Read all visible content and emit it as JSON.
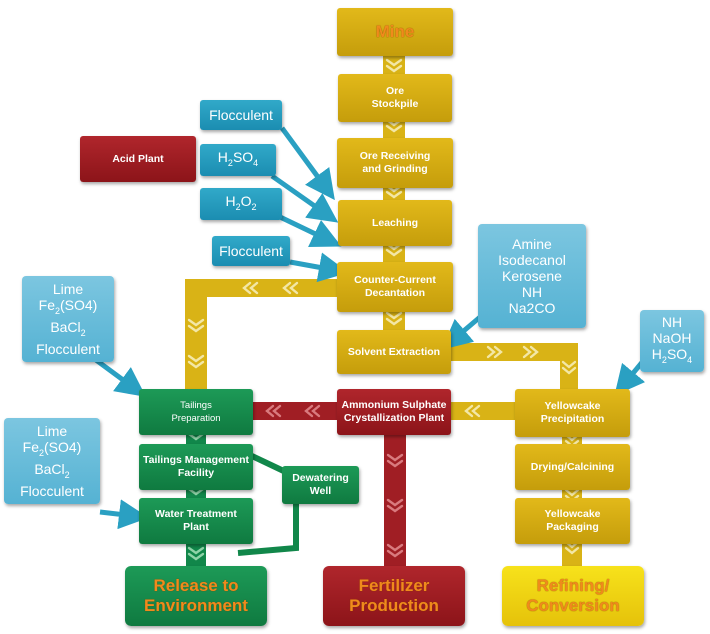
{
  "nodes": {
    "mine": "Mine",
    "ore_stockpile": "Ore\nStockpile",
    "ore_receiving": "Ore Receiving\nand Grinding",
    "leaching": "Leaching",
    "ccd": "Counter-Current\nDecantation",
    "solvent_extraction": "Solvent Extraction",
    "ammonium_sulphate": "Ammonium Sulphate\nCrystallization Plant",
    "yellowcake_precipitation": "Yellowcake\nPrecipitation",
    "drying_calcining": "Drying/Calcining",
    "yellowcake_packaging": "Yellowcake\nPackaging",
    "refining_conversion": "Refining/\nConversion",
    "fertilizer_production": "Fertilizer\nProduction",
    "tailings_preparation": "Tailings\nPreparation",
    "tailings_management": "Tailings Management\nFacility",
    "water_treatment": "Water Treatment\nPlant",
    "dewatering_well": "Dewatering\nWell",
    "release_environment": "Release to\nEnvironment",
    "acid_plant": "Acid Plant"
  },
  "reagents": {
    "flocculent_1": "Flocculent",
    "h2so4": {
      "base": "H",
      "sub1": "2",
      "mid": "SO",
      "sub2": "4"
    },
    "h2o2": {
      "base": "H",
      "sub1": "2",
      "mid": "O",
      "sub2": "2"
    },
    "flocculent_2": "Flocculent",
    "se_reagents": [
      "Amine",
      "Isodecanol",
      "Kerosene",
      "NH",
      "Na2CO"
    ],
    "yp_reagents": {
      "l1": "NH",
      "l2": "NaOH",
      "l3_base": "H",
      "l3_sub1": "2",
      "l3_mid": "SO",
      "l3_sub2": "4"
    },
    "tailings_reagents": {
      "l1": "Lime",
      "l2_base": "Fe",
      "l2_sub": "2",
      "l2_rest": "(SO4)",
      "l3_base": "BaCl",
      "l3_sub": "2",
      "l4": "Flocculent"
    },
    "water_reagents": {
      "l1": "Lime",
      "l2_base": "Fe",
      "l2_sub": "2",
      "l2_rest": "(SO4)",
      "l3_base": "BaCl",
      "l3_sub": "2",
      "l4": "Flocculent"
    }
  },
  "colors": {
    "gold": "#d2aa10",
    "gold_pipe": "#d9b316",
    "green": "#11874a",
    "red": "#a01e24",
    "blue": "#2aa0c2",
    "light_blue": "#66bcd9",
    "chevron": "#f3e7a6"
  }
}
